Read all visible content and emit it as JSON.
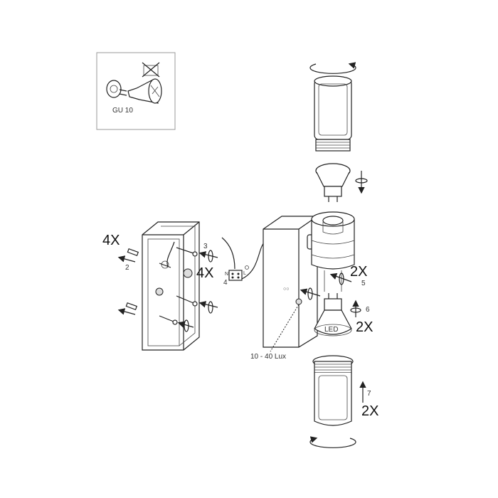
{
  "inset": {
    "bulb_type": "GU 10"
  },
  "mounting": {
    "plug_qty": "4X",
    "step_plug": "2",
    "step_screw": "3",
    "screw_qty": "4X"
  },
  "wiring": {
    "neutral": "N",
    "live": "L",
    "step": "4"
  },
  "fixture": {
    "screw_qty": "2X",
    "step_screw": "5",
    "bulb_label": "LED",
    "step_bulb": "6",
    "bulb_qty": "2X",
    "sensor_range": "10 - 40 Lux",
    "step_glass": "7",
    "glass_qty": "2X"
  },
  "colors": {
    "line": "#222222",
    "background": "#ffffff"
  }
}
